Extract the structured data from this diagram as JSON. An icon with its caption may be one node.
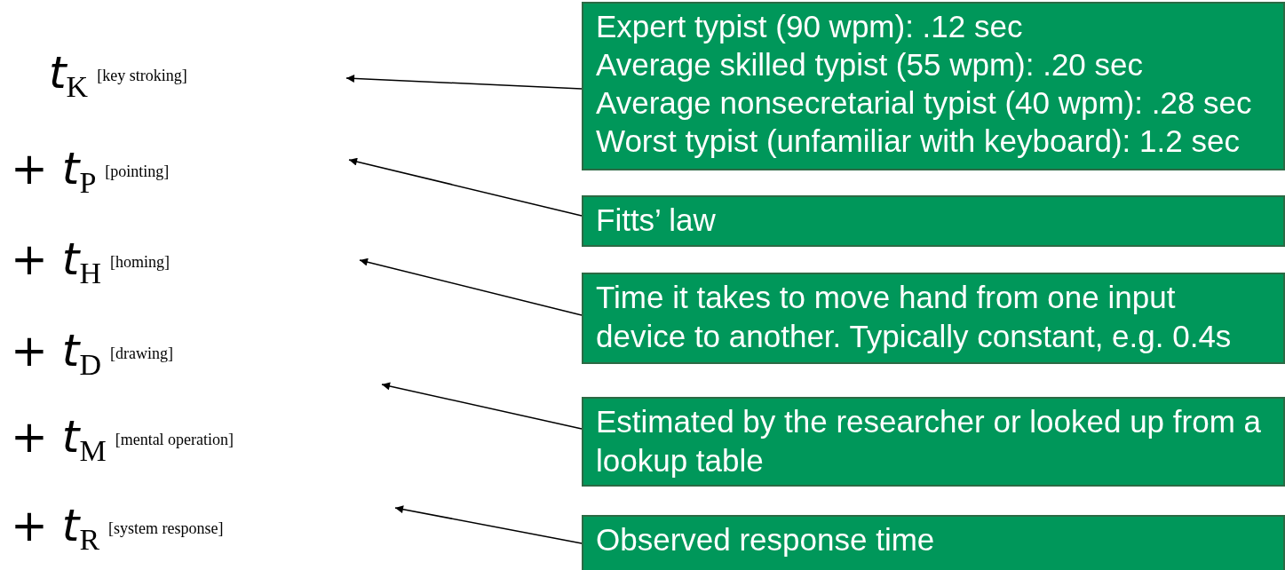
{
  "diagram": {
    "nodes": [
      {
        "text": [
          "*t*$_{K}$",
          "[key stroking]"
        ]
      },
      {
        "text": [
          "+ *t*$_{P}$",
          "[pointing]"
        ]
      },
      {
        "text": [
          "+ *t*$_{H}$",
          "[homing]"
        ]
      },
      {
        "text": [
          "+ *t*$_{D}$",
          "[drawing]"
        ]
      },
      {
        "text": [
          "+ *t*$_{M}$",
          "[mental operation]"
        ]
      },
      {
        "text": [
          "+ *t*$_{R}$",
          "[system response]"
        ]
      },
      {
        "text": [
          "Expert typist (90 wpm): .12 sec",
          "Average skilled typist (55 wpm): .20 sec",
          "Average nonsecretarial typist (40 wpm): .28 sec",
          "Worst typist (unfamiliar with keyboard): 1.2 sec"
        ]
      },
      {
        "text": [
          "Fitts’ law"
        ]
      },
      {
        "text": [
          "Time it takes to move hand from one input device to another. Typically constant, e.g. 0.4s"
        ]
      },
      {
        "text": [
          "Estimated by the researcher or looked up from a lookup table"
        ]
      },
      {
        "text": [
          "Observed response time"
        ]
      }
    ],
    "edges": [
      {
        "from": 6,
        "to": null,
        "arrow": "to"
      },
      {
        "from": 7,
        "to": null,
        "arrow": "to"
      },
      {
        "from": 8,
        "to": null,
        "arrow": "to"
      },
      {
        "from": 9,
        "to": null,
        "arrow": "to"
      },
      {
        "from": 10,
        "to": null,
        "arrow": "to"
      }
    ]
  }
}
